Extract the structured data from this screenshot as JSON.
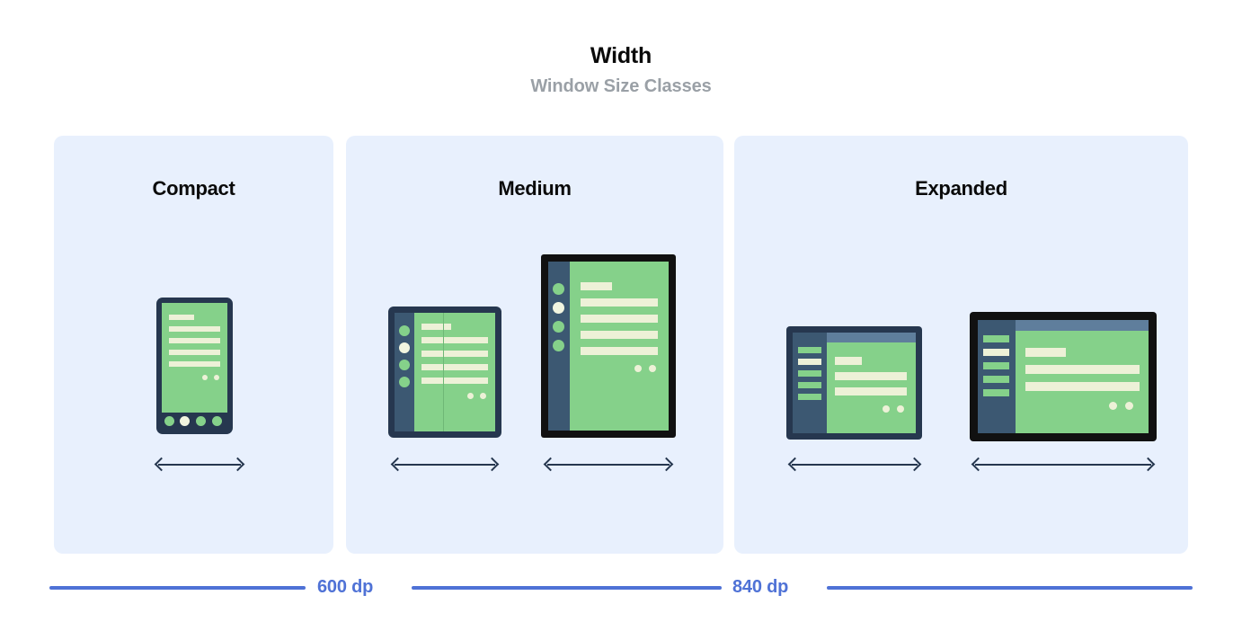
{
  "header": {
    "title": "Width",
    "subtitle": "Window Size Classes"
  },
  "panels": [
    {
      "id": "compact",
      "label": "Compact"
    },
    {
      "id": "medium",
      "label": "Medium"
    },
    {
      "id": "expanded",
      "label": "Expanded"
    }
  ],
  "devices": {
    "compact_phone": {
      "name": "phone-portrait"
    },
    "medium_foldable": {
      "name": "foldable-open"
    },
    "medium_tablet": {
      "name": "tablet-portrait"
    },
    "expanded_window": {
      "name": "desktop-window"
    },
    "expanded_tablet": {
      "name": "tablet-landscape"
    }
  },
  "breakpoints": [
    {
      "id": "bp-600",
      "label": "600 dp"
    },
    {
      "id": "bp-840",
      "label": "840 dp"
    }
  ],
  "colors": {
    "panel_bg": "#e8f0fd",
    "page_bg": "#ffffff",
    "title": "#0a0a0a",
    "subtitle": "#9aa0a6",
    "device_frame_navy": "#26374f",
    "device_frame_black": "#111111",
    "screen_green": "#85d18a",
    "content_cream": "#edf1d7",
    "rail_slate": "#3c5872",
    "topbar_blue": "#5f7e9c",
    "breakpoint_blue": "#4f72d6"
  }
}
